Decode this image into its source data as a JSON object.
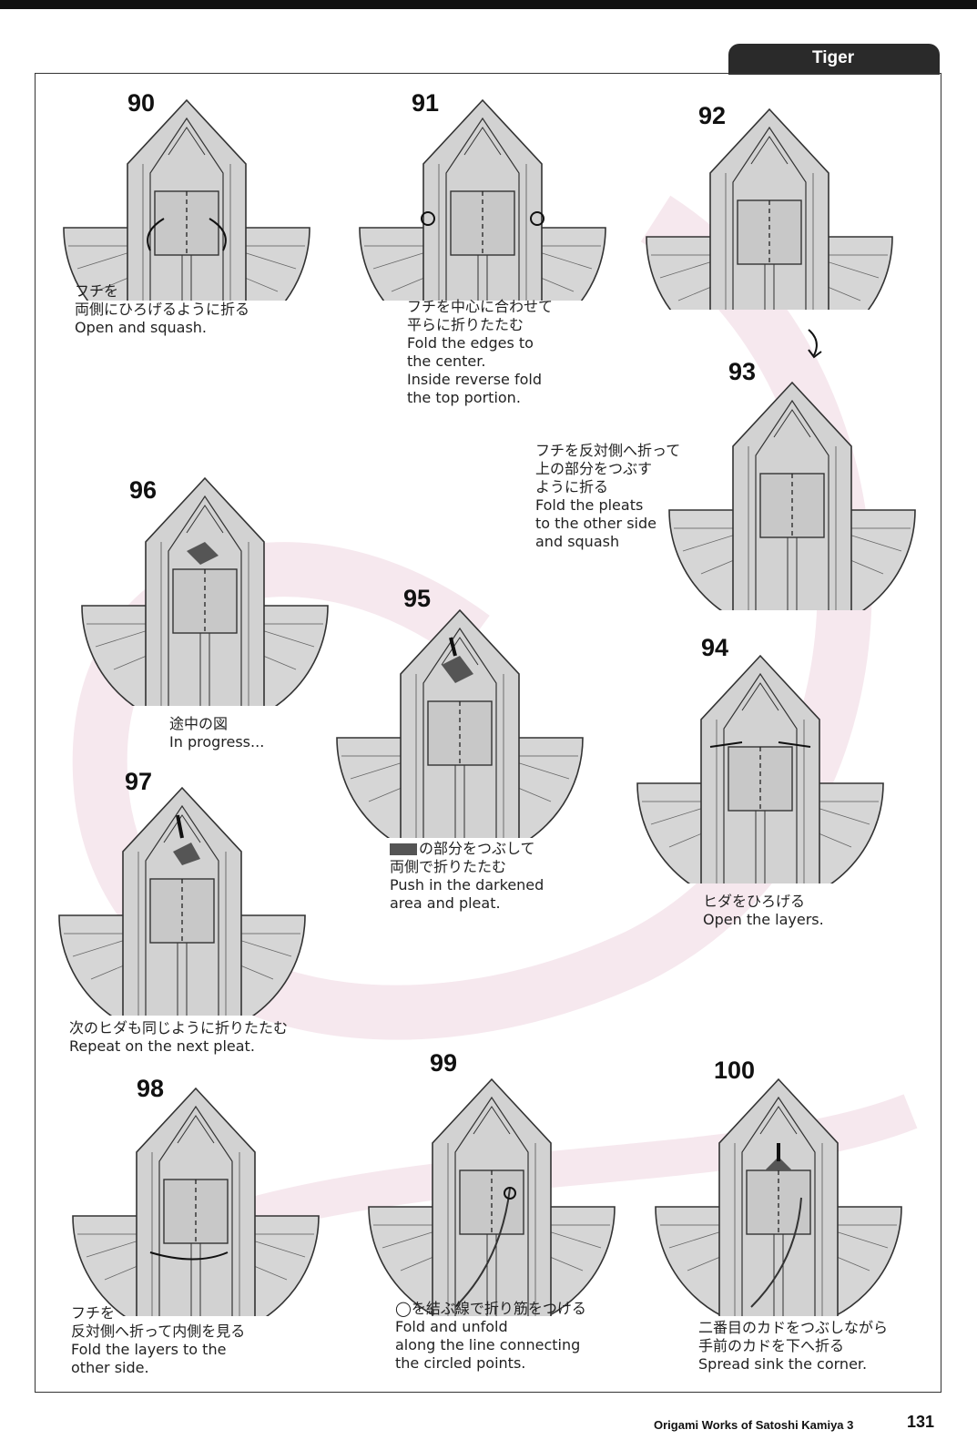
{
  "header": {
    "tab_title": "Tiger"
  },
  "steps": [
    {
      "number": "90",
      "jp": [
        "フチを",
        "両側にひろげるように折る"
      ],
      "en": [
        "Open and squash."
      ]
    },
    {
      "number": "91",
      "jp": [
        "フチを中心に合わせて",
        "平らに折りたたむ"
      ],
      "en": [
        "Fold the edges to",
        "the center.",
        "Inside reverse fold",
        "the top portion."
      ]
    },
    {
      "number": "92",
      "jp": [],
      "en": []
    },
    {
      "number": "93",
      "jp": [
        "フチを反対側へ折って",
        "上の部分をつぶす",
        "ように折る"
      ],
      "en": [
        "Fold the pleats",
        "to the other side",
        "and squash"
      ]
    },
    {
      "number": "94",
      "jp": [
        "ヒダをひろげる"
      ],
      "en": [
        "Open the layers."
      ]
    },
    {
      "number": "95",
      "jp": [
        "の部分をつぶして",
        "両側で折りたたむ"
      ],
      "en": [
        "Push in the darkened",
        "area and pleat."
      ]
    },
    {
      "number": "96",
      "jp": [
        "途中の図"
      ],
      "en": [
        "In progress..."
      ]
    },
    {
      "number": "97",
      "jp": [
        "次のヒダも同じように折りたたむ"
      ],
      "en": [
        "Repeat on the next pleat."
      ]
    },
    {
      "number": "98",
      "jp": [
        "フチを",
        "反対側へ折って内側を見る"
      ],
      "en": [
        "Fold the layers to the",
        "other side."
      ]
    },
    {
      "number": "99",
      "jp": [
        "◯を結ぶ線で折り筋をつける"
      ],
      "en": [
        "Fold and unfold",
        "along the line connecting",
        "the circled points."
      ]
    },
    {
      "number": "100",
      "jp": [
        "二番目のカドをつぶしながら",
        "手前のカドを下へ折る"
      ],
      "en": [
        "Spread sink the corner."
      ]
    }
  ],
  "footer": {
    "book_title": "Origami Works of Satoshi Kamiya 3",
    "page_number": "131"
  },
  "colors": {
    "paper": "#d9d9d9",
    "line": "#333333",
    "dark_area": "#555555",
    "background_swirl": "#f6e8ee"
  }
}
